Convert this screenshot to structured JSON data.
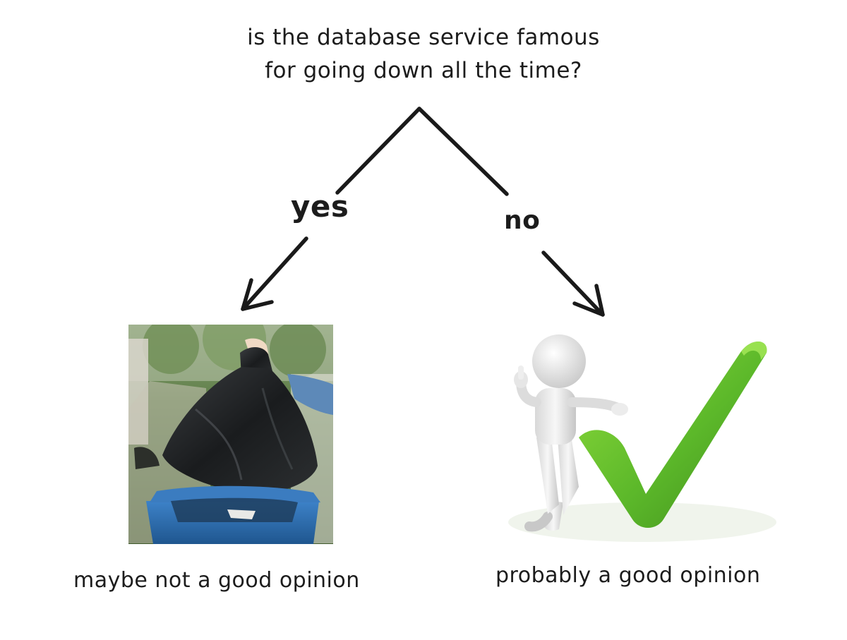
{
  "question": {
    "line1": "is the database service famous",
    "line2": "for going down all the time?"
  },
  "branches": {
    "yes": {
      "label": "yes"
    },
    "no": {
      "label": "no"
    }
  },
  "outcomes": {
    "yes": {
      "caption": "maybe not a good opinion",
      "image_icon": "trash-bag-into-bin-icon"
    },
    "no": {
      "caption": "probably a good opinion",
      "image_icon": "figure-with-green-checkmark-icon"
    }
  },
  "colors": {
    "ink": "#1a1a1a",
    "bin_blue": "#2f6fb5",
    "check_green": "#6cc82b"
  }
}
